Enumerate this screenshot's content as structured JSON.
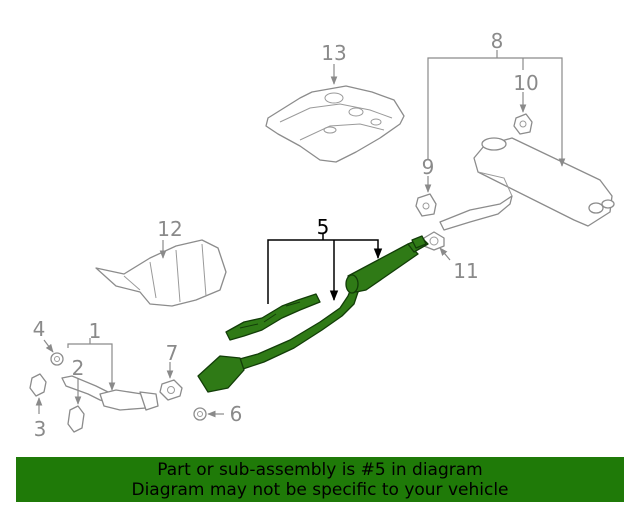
{
  "callouts": {
    "c1": "1",
    "c2": "2",
    "c3": "3",
    "c4": "4",
    "c5": "5",
    "c6": "6",
    "c7": "7",
    "c8": "8",
    "c9": "9",
    "c10": "10",
    "c11": "11",
    "c12": "12",
    "c13": "13"
  },
  "highlighted_part": "5",
  "banner": {
    "line1": "Part or sub-assembly is #5 in diagram",
    "line2": "Diagram may not be specific to your vehicle"
  },
  "colors": {
    "highlight": "#2f7a16",
    "banner_bg": "#1f7a08",
    "callout_text": "#8a8a8a"
  }
}
